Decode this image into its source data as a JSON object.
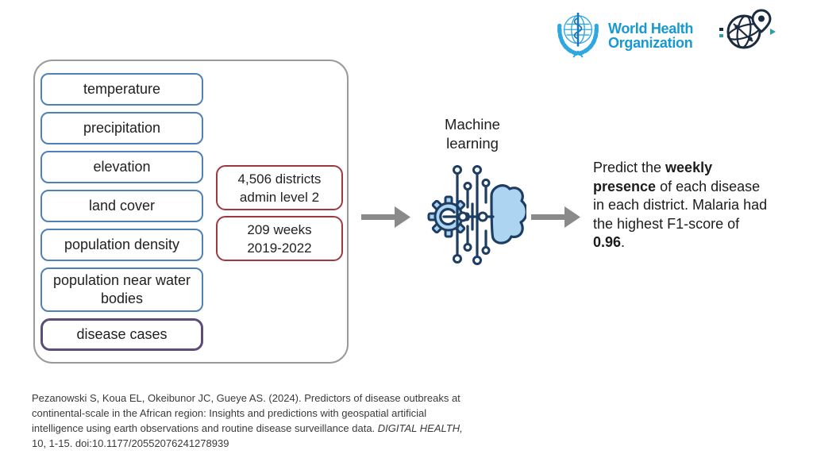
{
  "header": {
    "who_logo": {
      "line1": "World Health",
      "line2": "Organization"
    }
  },
  "inputs_panel": {
    "boxes": [
      {
        "label": "temperature"
      },
      {
        "label": "precipitation"
      },
      {
        "label": "elevation"
      },
      {
        "label": "land cover"
      },
      {
        "label": "population density"
      },
      {
        "label": "population near water bodies"
      },
      {
        "label": "disease cases",
        "variant": "purple"
      }
    ]
  },
  "scope_boxes": [
    {
      "line1": "4,506 districts",
      "line2": "admin level 2"
    },
    {
      "line1": "209 weeks",
      "line2": "2019-2022"
    }
  ],
  "ml": {
    "label": "Machine\nlearning"
  },
  "prediction": {
    "segments": [
      {
        "text": "Predict the ",
        "bold": false
      },
      {
        "text": "weekly presence",
        "bold": true
      },
      {
        "text": " of each disease in each district. Malaria had the highest F1-score of ",
        "bold": false
      },
      {
        "text": "0.96",
        "bold": true
      },
      {
        "text": ".",
        "bold": false
      }
    ]
  },
  "citation": {
    "before_journal": "Pezanowski S, Koua EL, Okeibunor JC, Gueye AS. (2024). Predictors of disease outbreaks at continental-scale in the African region: Insights and predictions with geospatial artificial intelligence using earth observations and routine disease surveillance data. ",
    "journal": "DIGITAL HEALTH,",
    "after_journal": " 10, 1-15. doi:10.1177/20552076241278939"
  },
  "colors": {
    "feature_border_blue": "#4E81B8",
    "target_border_purple": "#5D4C7A",
    "scope_border_red": "#9E393D",
    "container_border_gray": "#9A9A9A",
    "arrow_gray": "#8A8A8A",
    "who_blue": "#1799D2",
    "icon_navy": "#1E3D63",
    "icon_light_blue": "#ADD5F2",
    "geo_navy": "#1C2B3F",
    "geo_teal": "#2E9DA8"
  }
}
